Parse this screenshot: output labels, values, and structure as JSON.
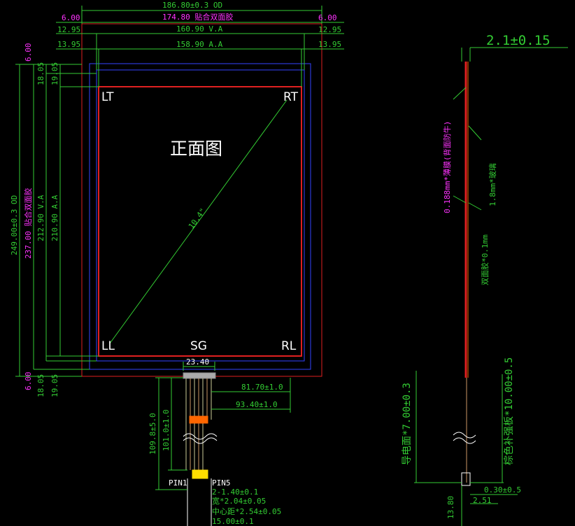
{
  "colors": {
    "background": "#000000",
    "dimension_green": "#33cc33",
    "label_magenta": "#ff33ff",
    "outline_red": "#e02020",
    "outline_blue": "#3344ff",
    "text_white": "#ffffff",
    "pin_yellow": "#ffdd00",
    "tail_orange": "#ff6600"
  },
  "top_dims": {
    "od": "186.80±0.3 OD",
    "adhesive": "174.80 贴合双面胶",
    "va": "160.90 V.A",
    "aa": "158.90 A.A",
    "left_offsets": [
      "6.00",
      "12.95",
      "13.95"
    ],
    "right_offsets": [
      "6.00",
      "12.95",
      "13.95"
    ]
  },
  "left_dims": {
    "od": "249.00±0.3 OD",
    "adhesive": "237.00 贴合双面胶",
    "va": "212.90 V.A",
    "aa": "210.90 A.A",
    "top_offsets": [
      "6.00",
      "18.05",
      "19.05"
    ],
    "bottom_offsets": [
      "6.00",
      "18.05",
      "19.05"
    ]
  },
  "front_view": {
    "title": "正面图",
    "diagonal": "10.4\"",
    "corners": {
      "lt": "LT",
      "rt": "RT",
      "ll": "LL",
      "sg": "SG",
      "rl": "RL"
    }
  },
  "tail": {
    "width": "23.40",
    "offset_1": "81.70±1.0",
    "offset_2": "93.40±1.0",
    "length_1": "109.8±5.0",
    "length_2": "101.0±1.0",
    "pin1": "PIN1",
    "pin5": "PIN5",
    "pitch": "2-1.40±0.1",
    "finger_width": "宽*2.04±0.05",
    "center_pitch": "中心距*2.54±0.05",
    "total_width": "15.00±0.1"
  },
  "side_view": {
    "thickness": "2.1±0.15",
    "film": "0.188mm*薄膜(背面防牛)",
    "glass": "1.8mm*玻璃",
    "adhesive": "双面胶*0.1mm",
    "stiffener": "棕色补强板*10.00±0.5",
    "conductor": "导电面*7.00±0.3",
    "stiff_thickness": "0.30±0.5",
    "dim_251": "2.51",
    "dim_1380": "13.80"
  }
}
